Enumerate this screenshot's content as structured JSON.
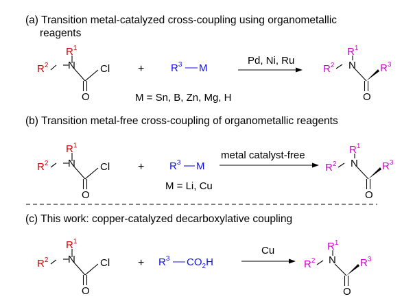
{
  "sections": {
    "a": {
      "title_line1": "(a) Transition metal-catalyzed cross-coupling using organometallic",
      "title_line2": "reagents",
      "reagent": {
        "r": "R",
        "sup": "3",
        "bond_end": "M"
      },
      "condition": "M = Sn, B, Zn, Mg, H",
      "arrow_label": "Pd, Ni, Ru"
    },
    "b": {
      "title": "(b) Transition metal-free cross-coupling of organometallic reagents",
      "reagent": {
        "r": "R",
        "sup": "3",
        "bond_end": "M"
      },
      "condition": "M = Li, Cu",
      "arrow_label": "metal catalyst-free"
    },
    "c": {
      "title": "(c) This work: copper-catalyzed decarboxylative coupling",
      "reagent": {
        "r": "R",
        "sup": "3",
        "co": "CO",
        "sub": "2",
        "h": "H"
      },
      "arrow_label": "Cu"
    }
  },
  "molecule_labels": {
    "R": "R",
    "sup1": "1",
    "sup2": "2",
    "sup3": "3",
    "N": "N",
    "O": "O",
    "Cl": "Cl"
  },
  "plus": "+",
  "colors": {
    "text": "#000000",
    "carbamoyl_r": "#d10000",
    "reagent": "#1010e8",
    "product_r": "#d000d0"
  }
}
